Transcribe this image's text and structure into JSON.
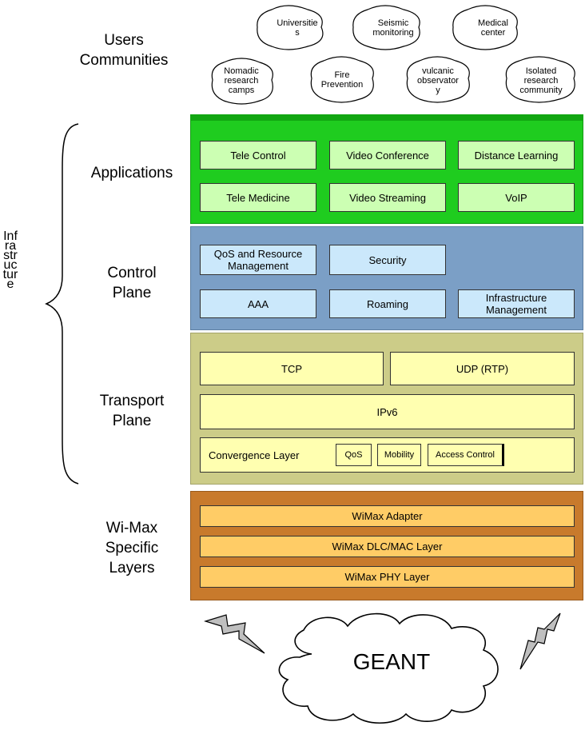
{
  "labels": {
    "users": "Users\nCommunities",
    "applications": "Applications",
    "control": "Control\nPlane",
    "transport": "Transport\nPlane",
    "wimax": "Wi-Max\nSpecific\nLayers",
    "infrastructure": "Infrastructure"
  },
  "communities": [
    "Universitie\ns",
    "Seismic\nmonitoring",
    "Medical\ncenter",
    "Nomadic\nresearch\ncamps",
    "Fire\nPrevention",
    "vulcanic\nobservator\ny",
    "Isolated\nresearch\ncommunity"
  ],
  "applications": [
    "Tele Control",
    "Video Conference",
    "Distance Learning",
    "Tele Medicine",
    "Video Streaming",
    "VoIP"
  ],
  "control": [
    "QoS and Resource\nManagement",
    "Security",
    "AAA",
    "Roaming",
    "Infrastructure\nManagement"
  ],
  "transport": {
    "tcp": "TCP",
    "udp": "UDP (RTP)",
    "ipv6": "IPv6",
    "convergence": "Convergence Layer",
    "qos": "QoS",
    "mobility": "Mobility",
    "access": "Access Control"
  },
  "wimax": [
    "WiMax Adapter",
    "WiMax DLC/MAC Layer",
    "WiMax PHY Layer"
  ],
  "cloud_label": "GEANT",
  "colors": {
    "applications_bg": "#1fcc1f",
    "applications_box": "#ccffb3",
    "control_bg": "#7b9fc6",
    "control_box": "#cbe8fb",
    "transport_bg": "#cccc88",
    "transport_box": "#ffffb0",
    "wimax_bg": "#c87a2c",
    "wimax_box": "#ffcc66"
  }
}
